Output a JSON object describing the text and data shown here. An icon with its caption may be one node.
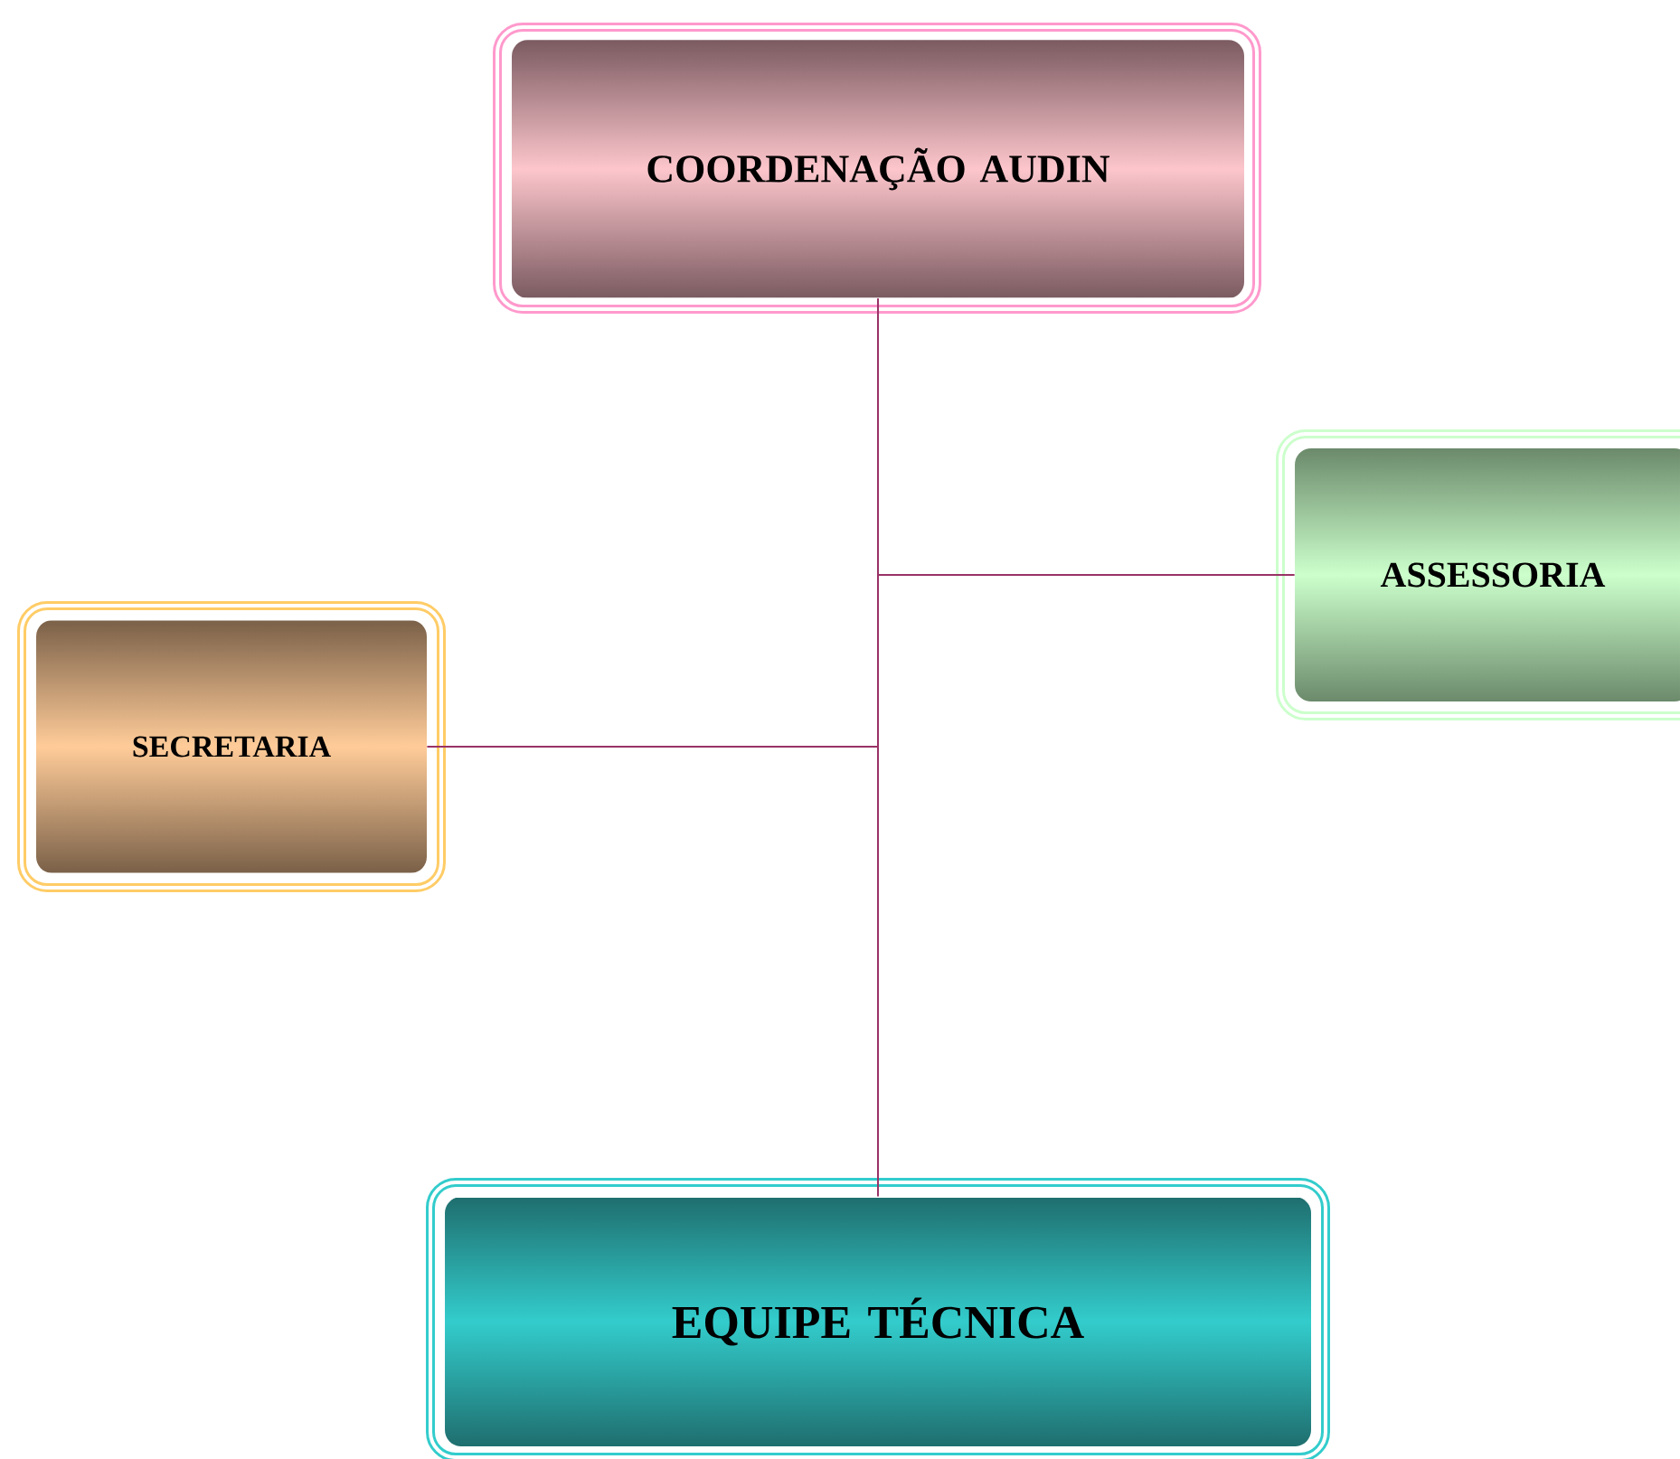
{
  "diagram": {
    "nodes": [
      {
        "text": [
          "COORDENAÇÃO AUDIN"
        ]
      },
      {
        "text": [
          "ASSESSORIA"
        ]
      },
      {
        "text": [
          "SECRETARIA"
        ]
      },
      {
        "text": [
          "EQUIPE TÉCNICA"
        ]
      }
    ],
    "edges": [
      {
        "from": 0,
        "to": 1,
        "arrow": "none"
      },
      {
        "from": 0,
        "to": 2,
        "arrow": "none"
      },
      {
        "from": 0,
        "to": 3,
        "arrow": "none"
      }
    ]
  }
}
